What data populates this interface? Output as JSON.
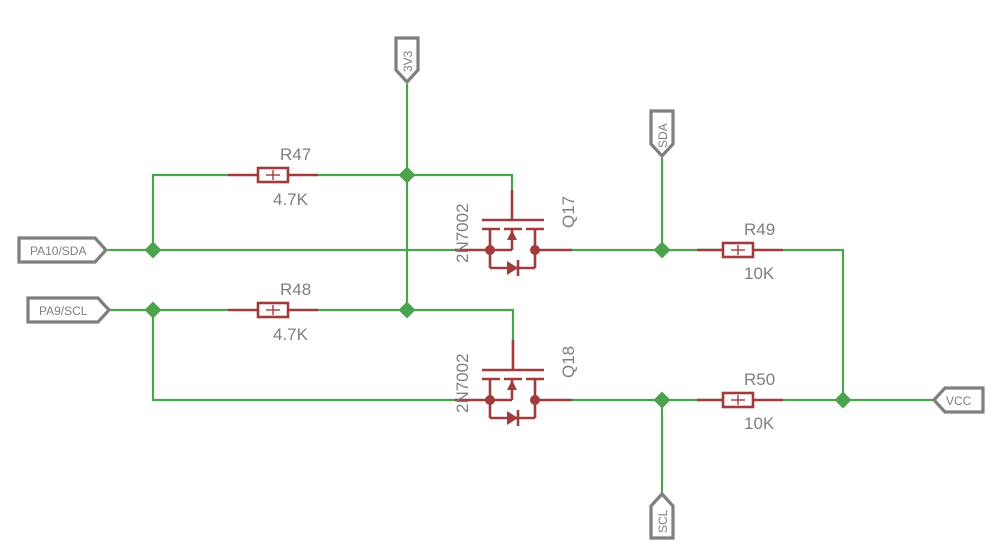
{
  "colors": {
    "wire": "#4da24d",
    "component": "#a13c3c",
    "label": "#7f7f7f"
  },
  "ports": {
    "v3v3": "3V3",
    "sda_top": "SDA",
    "scl_bottom": "SCL",
    "pa10": "PA10/SDA",
    "pa9": "PA9/SCL",
    "vcc": "VCC"
  },
  "resistors": {
    "r47": {
      "name": "R47",
      "value": "4.7K"
    },
    "r48": {
      "name": "R48",
      "value": "4.7K"
    },
    "r49": {
      "name": "R49",
      "value": "10K"
    },
    "r50": {
      "name": "R50",
      "value": "10K"
    }
  },
  "transistors": {
    "q17": {
      "name": "Q17",
      "part": "2N7002"
    },
    "q18": {
      "name": "Q18",
      "part": "2N7002"
    }
  }
}
